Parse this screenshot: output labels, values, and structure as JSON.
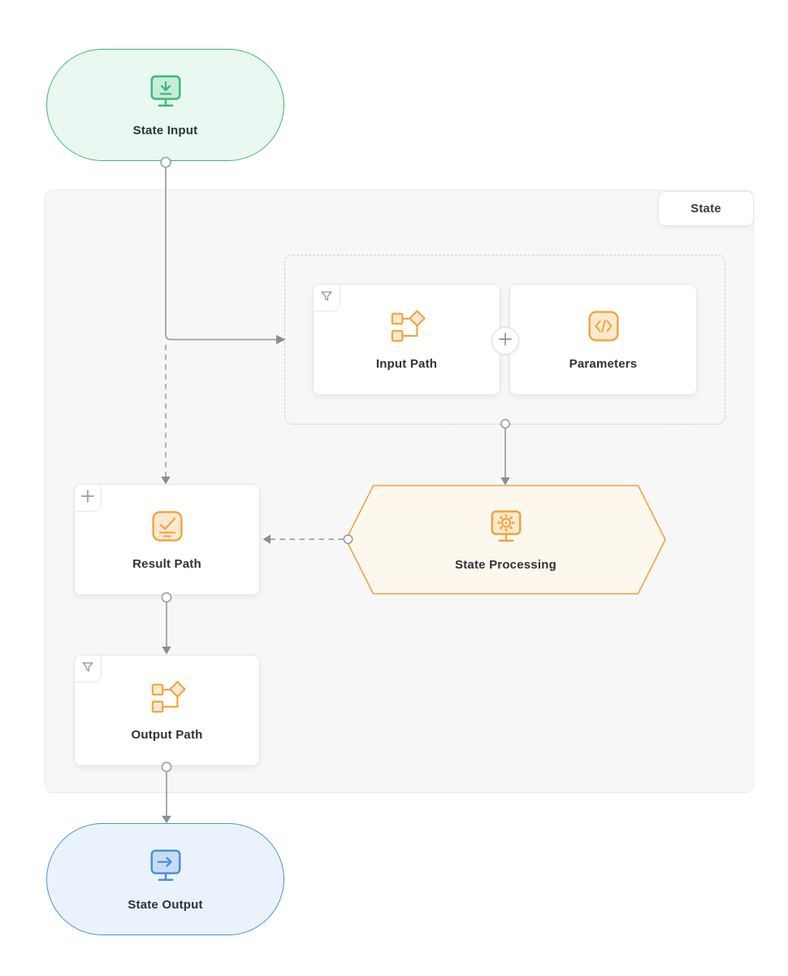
{
  "diagram": {
    "tab_label": "State",
    "nodes": {
      "state_input": {
        "label": "State Input",
        "icon": "monitor-download-icon",
        "shape": "pill",
        "accent": "#3eb877",
        "fill": "#e9f8f0"
      },
      "input_path": {
        "label": "Input Path",
        "icon": "flow-branch-icon",
        "badge_icon": "filter-icon",
        "shape": "card"
      },
      "parameters": {
        "label": "Parameters",
        "icon": "code-icon",
        "shape": "card"
      },
      "state_processing": {
        "label": "State Processing",
        "icon": "gear-monitor-icon",
        "shape": "hexagon",
        "accent": "#f0a43e",
        "fill": "#fdf8ee"
      },
      "result_path": {
        "label": "Result Path",
        "icon": "checklist-icon",
        "badge_icon": "plus-icon",
        "shape": "card"
      },
      "output_path": {
        "label": "Output Path",
        "icon": "flow-branch-icon",
        "badge_icon": "filter-icon",
        "shape": "card"
      },
      "state_output": {
        "label": "State Output",
        "icon": "monitor-arrow-right-icon",
        "shape": "pill",
        "accent": "#4d8fd9",
        "fill": "#eaf3fc"
      }
    },
    "edges": [
      {
        "from": "state_input",
        "to": "input_parameters_group",
        "style": "solid"
      },
      {
        "from": "state_input",
        "to": "result_path",
        "style": "dashed"
      },
      {
        "from": "input_parameters_group",
        "to": "state_processing",
        "style": "solid"
      },
      {
        "from": "state_processing",
        "to": "result_path",
        "style": "dashed"
      },
      {
        "from": "result_path",
        "to": "output_path",
        "style": "solid"
      },
      {
        "from": "output_path",
        "to": "state_output",
        "style": "solid"
      }
    ],
    "connector_plus_icon": "plus-icon",
    "colors": {
      "orange_accent": "#f0a43e",
      "orange_icon_fill": "#fbe9cf",
      "green_accent": "#3eb877",
      "green_icon_fill": "#c8ecd9",
      "blue_accent": "#4d8fd9",
      "blue_icon_fill": "#c6dcf6",
      "container_fill": "#f7f7f8",
      "line_gray": "#9a9da2"
    }
  }
}
